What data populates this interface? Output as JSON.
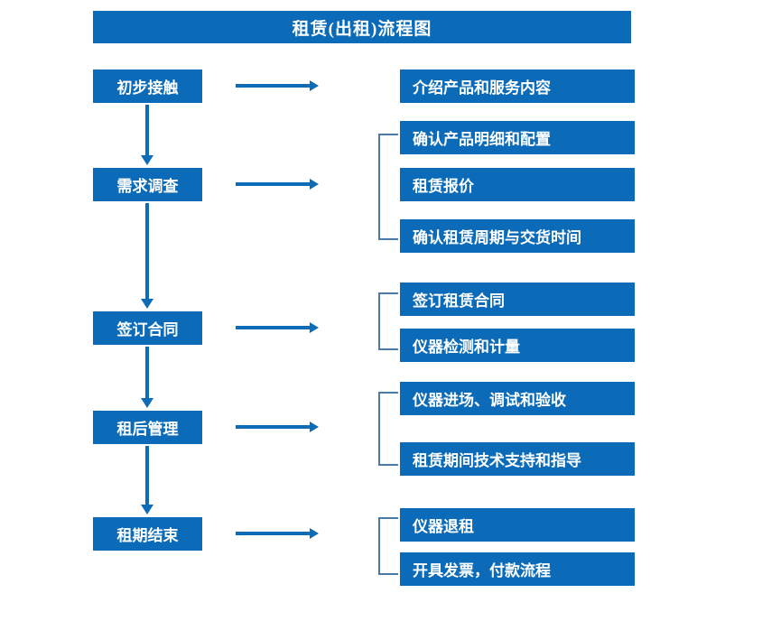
{
  "chart_data": {
    "type": "diagram",
    "title": "租赁(出租)流程图",
    "stages": [
      {
        "label": "初步接触",
        "details": [
          "介绍产品和服务内容"
        ]
      },
      {
        "label": "需求调查",
        "details": [
          "确认产品明细和配置",
          "租赁报价",
          "确认租赁周期与交货时间"
        ]
      },
      {
        "label": "签订合同",
        "details": [
          "签订租赁合同",
          "仪器检测和计量"
        ]
      },
      {
        "label": "租后管理",
        "details": [
          "仪器进场、调试和验收",
          "租赁期间技术支持和指导"
        ]
      },
      {
        "label": "租期结束",
        "details": [
          "仪器退租",
          "开具发票，付款流程"
        ]
      }
    ]
  },
  "title": "租赁(出租)流程图",
  "stages": [
    {
      "label": "初步接触"
    },
    {
      "label": "需求调查"
    },
    {
      "label": "签订合同"
    },
    {
      "label": "租后管理"
    },
    {
      "label": "租期结束"
    }
  ],
  "details": [
    {
      "label": "介绍产品和服务内容"
    },
    {
      "label": "确认产品明细和配置"
    },
    {
      "label": "租赁报价"
    },
    {
      "label": "确认租赁周期与交货时间"
    },
    {
      "label": "签订租赁合同"
    },
    {
      "label": "仪器检测和计量"
    },
    {
      "label": "仪器进场、调试和验收"
    },
    {
      "label": "租赁期间技术支持和指导"
    },
    {
      "label": "仪器退租"
    },
    {
      "label": "开具发票，付款流程"
    }
  ],
  "colors": {
    "box_fill": "#0b6bb8",
    "arrow": "#0d6cb5",
    "bracket": "#4a7ba8",
    "text": "#ffffff",
    "background": "#ffffff"
  }
}
